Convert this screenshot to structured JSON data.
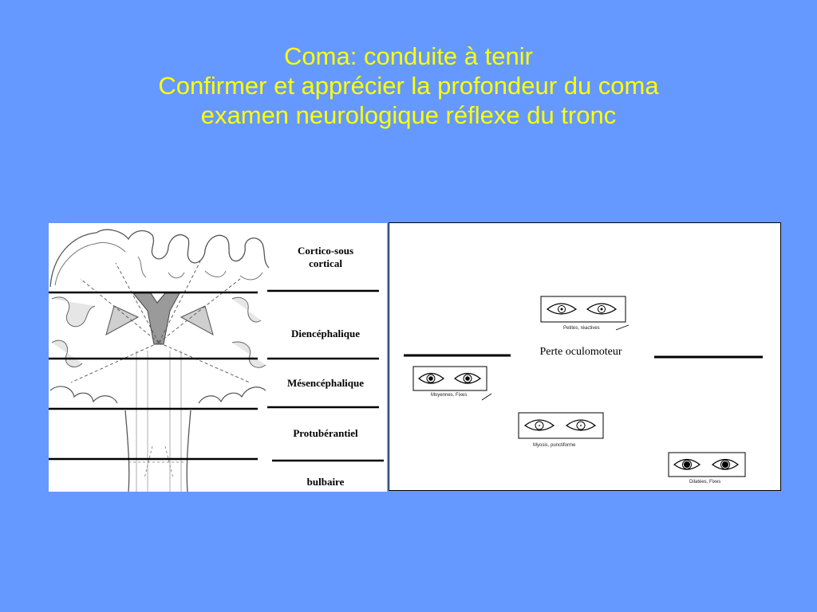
{
  "title": {
    "line1": "Coma: conduite à tenir",
    "line2": "Confirmer et apprécier la profondeur du coma",
    "line3": "examen neurologique  réflexe du tronc"
  },
  "levels": [
    {
      "label_line1": "Cortico-sous",
      "label_line2": "cortical"
    },
    {
      "label_line1": "Diencéphalique"
    },
    {
      "label_line1": "Mésencéphalique"
    },
    {
      "label_line1": "Protubérantiel"
    },
    {
      "label_line1": "bulbaire"
    }
  ],
  "pupils": {
    "oculomotor_label": "Perte oculomoteur",
    "states": [
      {
        "caption": "Petites,  réactives"
      },
      {
        "caption": "Moyennes,  Fixes"
      },
      {
        "caption": "Myosis, punctiforme"
      },
      {
        "caption": "Dilatées,  Fixes"
      }
    ]
  },
  "colors": {
    "background": "#6699ff",
    "title": "#ffff00"
  }
}
